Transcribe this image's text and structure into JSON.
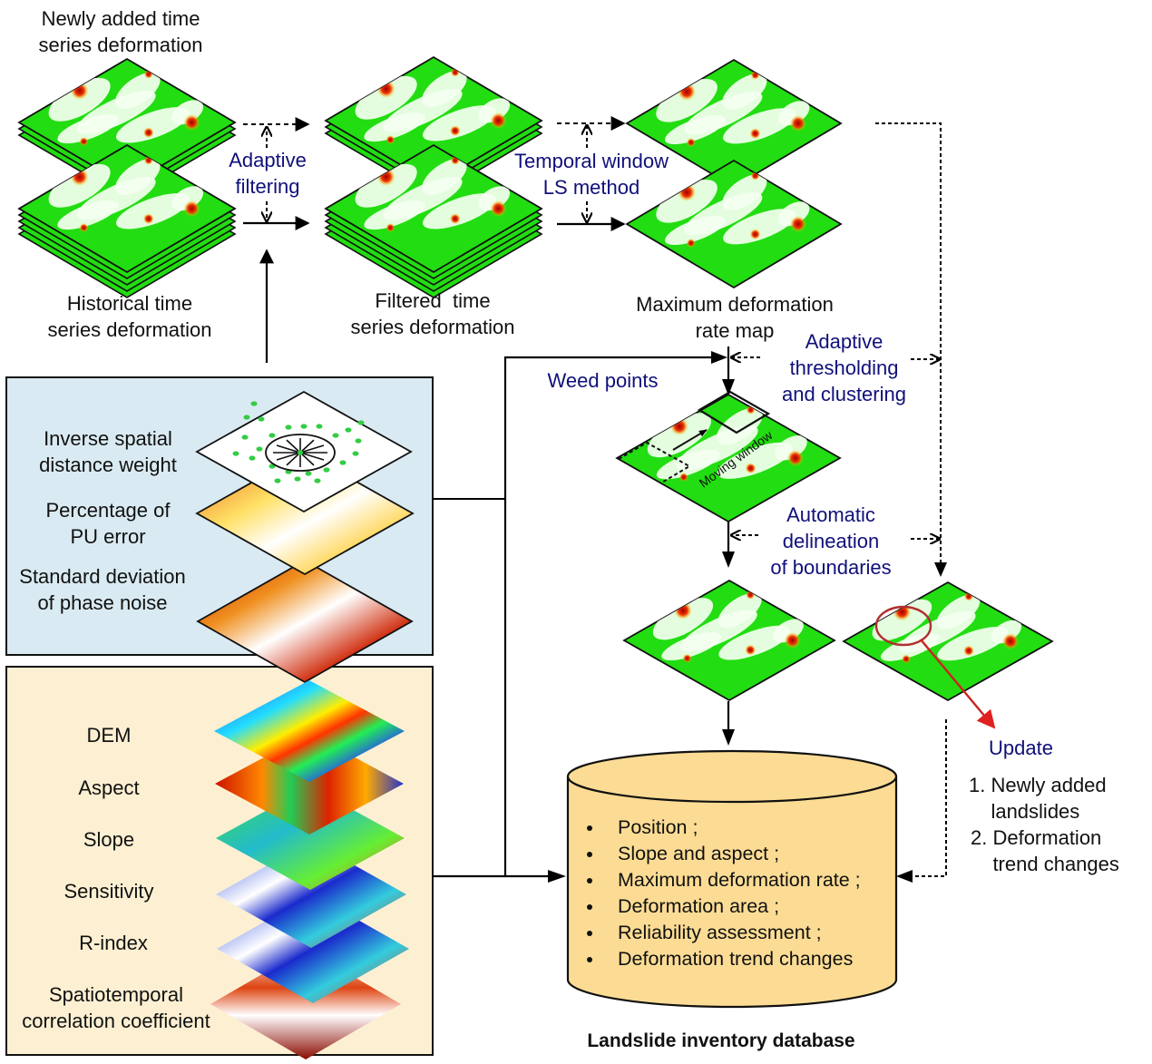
{
  "colors": {
    "map_green": "#22dd11",
    "label_blue": "#10107a",
    "panel_blue": "#d9eaf2",
    "panel_yellow": "#fdf0d2",
    "database_fill": "#fcdc94",
    "update_red": "#cc2222"
  },
  "top_row": {
    "newly_added": "Newly added time\nseries deformation",
    "historical": "Historical time\nseries deformation",
    "adaptive_filtering": "Adaptive\nfiltering",
    "filtered": "Filtered  time\nseries deformation",
    "temporal_window": "Temporal window\nLS method",
    "max_rate_map": "Maximum deformation\nrate map"
  },
  "processing": {
    "weed_points": "Weed points",
    "adaptive_thresholding": "Adaptive\nthresholding\nand clustering",
    "moving_window": "Moving window",
    "automatic_delineation": "Automatic\ndelineation\nof boundaries"
  },
  "reliability_panel": {
    "layers": [
      {
        "label": "Inverse spatial\ndistance weight",
        "icon": "idw-points-map"
      },
      {
        "label": "Percentage of\nPU error",
        "icon": "pu-error-map"
      },
      {
        "label": "Standard deviation\nof phase noise",
        "icon": "phase-noise-map"
      }
    ]
  },
  "factor_panel": {
    "layers": [
      {
        "label": "DEM",
        "icon": "dem-map"
      },
      {
        "label": "Aspect",
        "icon": "aspect-map"
      },
      {
        "label": "Slope",
        "icon": "slope-map"
      },
      {
        "label": "Sensitivity",
        "icon": "sensitivity-map"
      },
      {
        "label": "R-index",
        "icon": "r-index-map"
      },
      {
        "label": "Spatiotemporal\ncorrelation coefficient",
        "icon": "correlation-map"
      }
    ]
  },
  "update": {
    "title": "Update",
    "items": [
      "1. Newly added\n    landslides",
      "2. Deformation\n    trend changes"
    ]
  },
  "database": {
    "title": "Landslide inventory database",
    "attributes": [
      "Position ;",
      "Slope and aspect ;",
      "Maximum deformation rate ;",
      "Deformation area ;",
      "Reliability assessment ;",
      "Deformation trend changes"
    ]
  }
}
